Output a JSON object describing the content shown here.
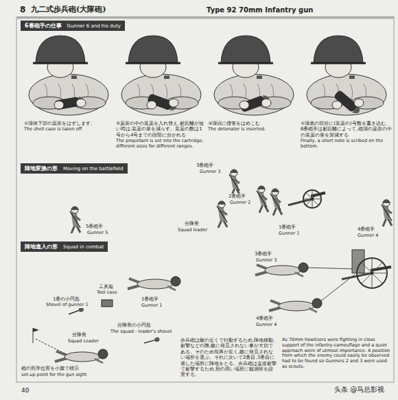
{
  "diagram": {
    "title": "九二式歩兵砲(大隊砲)",
    "nodes": [
      {
        "text": [
          "6番砲手の仕事",
          "Gunner 6 and his duty"
        ]
      },
      {
        "text": [
          "陣地変換の形",
          "Moving on the battlefield"
        ]
      },
      {
        "text": [
          "陣地進入の形",
          "Squad in combat"
        ]
      }
    ],
    "labels": [
      "8",
      "Type 92 70mm Infantry gun",
      "①弾体下部の薬莢をはずします。",
      "The shell case is taken off",
      "②薬莢の中の装薬を入れ替え,射距離が短い時は,装薬の量を減らす。装薬の数は1号から4号までの段階に分かれる",
      "The propellant is set into the cartridge, different sizes for different ranges.",
      "③弾頭に信管をはめこむ",
      "The detonator is inserted.",
      "④弾底の部分に(装薬の)号数を書き込む。6番砲手は射距離によって,砲弾の薬莢の中の装薬の量を加減する",
      "Finally, a short note is scribed on the bottom.",
      "3番砲手",
      "Gunner 3",
      "2番砲手",
      "Gunner 2",
      "5番砲手",
      "Gunner 5",
      "分隊長",
      "Squad leader",
      "1番砲手",
      "Gunner 1",
      "4番砲手",
      "Gunner 4",
      "3番砲手",
      "Gunner 3",
      "1番の小円匙",
      "Shovel of gunner 1",
      "工具箱",
      "Tool case",
      "1番砲手",
      "Gunner 1",
      "分隊長",
      "Squad Leader",
      "分隊長の小円匙",
      "The squad - leader's shovel",
      "4番砲手",
      "Gunner 4",
      "砲の照準位置を小旗で標示",
      "set-up point for the gun sight",
      "歩兵砲は敵の近くで行動するため,陣地移動,射撃などの際,敵に発見されない事が大切である。そのため視界が良く,敵に発見されない場所を選ぶ。それに次いで2番目,3番目に適した場所に陣地をとる。歩兵砲は直接射撃で射撃するため,別の高い場所に観測班を設置する。",
      "As 70mm howitzers were fighting in close support of the infantry-camouflage and a quiet approach were of utmost importance. A position from which the enemy could easily be observed had to be found so Gunners 2 and 3 were used as scouts.",
      "40",
      "头条 @马总影视"
    ]
  }
}
